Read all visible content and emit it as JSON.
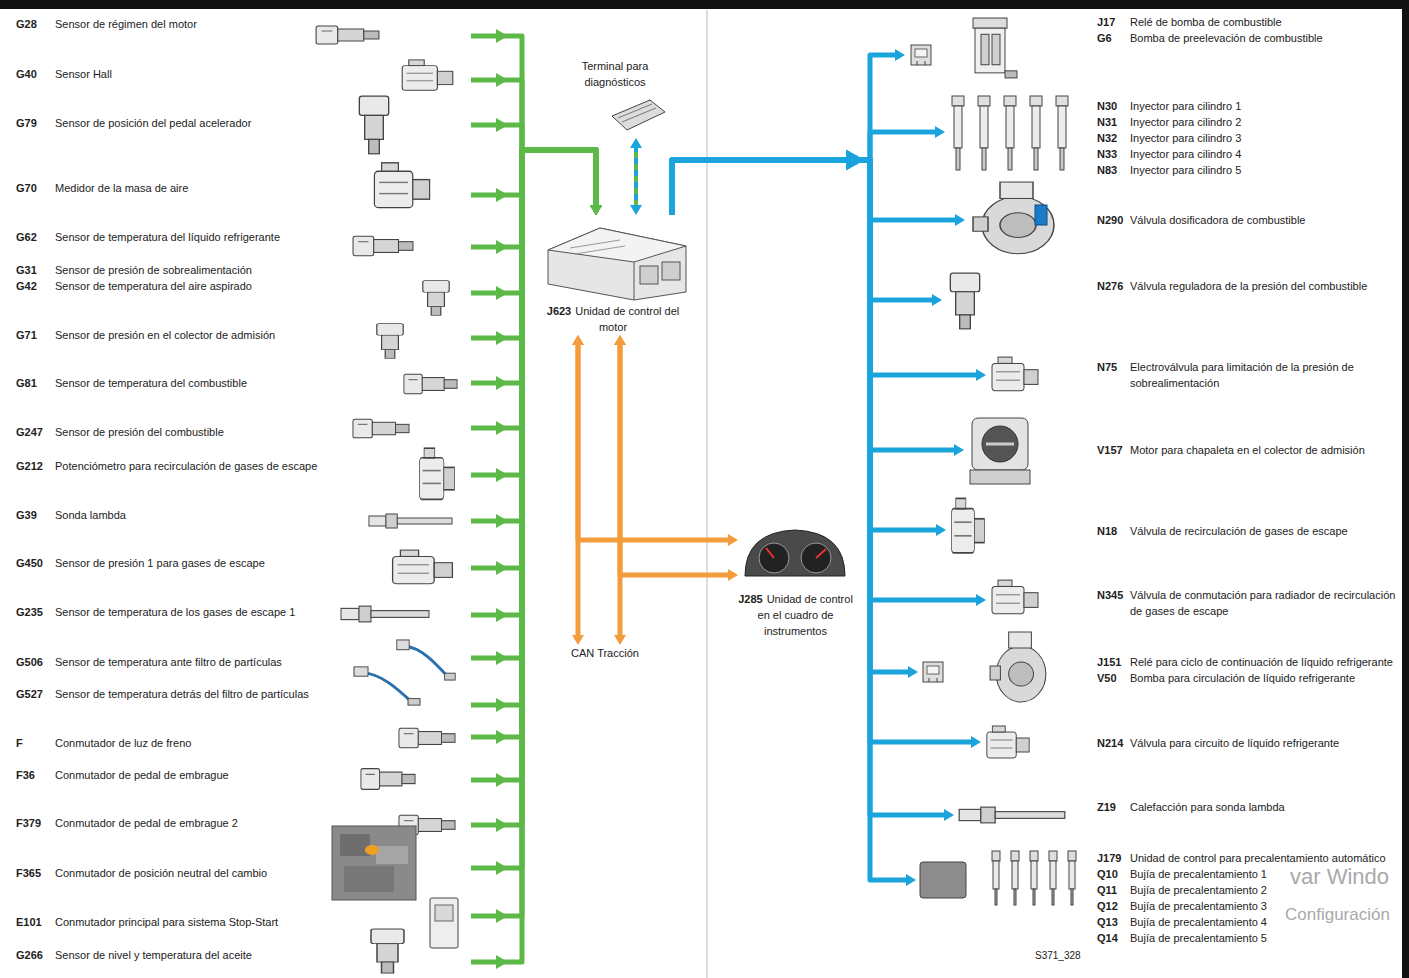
{
  "diagram": {
    "nodes": [
      {
        "text": [
          "G28",
          "Sensor de régimen del motor"
        ]
      },
      {
        "text": [
          "G40",
          "Sensor Hall"
        ]
      },
      {
        "text": [
          "G79",
          "Sensor de posición del pedal acelerador"
        ]
      },
      {
        "text": [
          "G70",
          "Medidor de la masa de aire"
        ]
      },
      {
        "text": [
          "G62",
          "Sensor de temperatura del líquido refrigerante"
        ]
      },
      {
        "text": [
          "G31",
          "Sensor de presión de sobrealimentación",
          "G42",
          "Sensor de temperatura del aire aspirado"
        ]
      },
      {
        "text": [
          "G71",
          "Sensor de presión en el colector de admisión"
        ]
      },
      {
        "text": [
          "G81",
          "Sensor de temperatura del combustible"
        ]
      },
      {
        "text": [
          "G247",
          "Sensor de presión del combustible"
        ]
      },
      {
        "text": [
          "G212",
          "Potenciómetro para recirculación de gases de escape"
        ]
      },
      {
        "text": [
          "G39",
          "Sonda lambda"
        ]
      },
      {
        "text": [
          "G450",
          "Sensor de presión 1 para gases de escape"
        ]
      },
      {
        "text": [
          "G235",
          "Sensor de temperatura de los gases de escape 1"
        ]
      },
      {
        "text": [
          "G506",
          "Sensor de temperatura ante filtro de partículas"
        ]
      },
      {
        "text": [
          "G527",
          "Sensor de temperatura detrás del filtro de partículas"
        ]
      },
      {
        "text": [
          "F",
          "Conmutador de luz de freno"
        ]
      },
      {
        "text": [
          "F36",
          "Conmutador de pedal de embrague"
        ]
      },
      {
        "text": [
          "F379",
          "Conmutador de pedal de embrague 2"
        ]
      },
      {
        "text": [
          "F365",
          "Conmutador de posición neutral del cambio"
        ]
      },
      {
        "text": [
          "E101",
          "Conmutador principal para sistema Stop-Start"
        ]
      },
      {
        "text": [
          "G266",
          "Sensor de nivel y temperatura del aceite"
        ]
      },
      {
        "text": [
          "Terminal para diagnósticos"
        ]
      },
      {
        "text": [
          "J623",
          "Unidad de control del motor"
        ]
      },
      {
        "text": [
          "J285",
          "Unidad de control en el cuadro de instrumentos"
        ]
      },
      {
        "text": [
          "CAN Tracción"
        ]
      },
      {
        "text": [
          "J17",
          "Relé de bomba de combustible",
          "G6",
          "Bomba de preelevación de combustible"
        ]
      },
      {
        "text": [
          "N30",
          "Inyector para cilindro 1",
          "N31",
          "Inyector para cilindro 2",
          "N32",
          "Inyector para cilindro 3",
          "N33",
          "Inyector para cilindro 4",
          "N83",
          "Inyector para cilindro 5"
        ]
      },
      {
        "text": [
          "N290",
          "Válvula dosificadora de combustible"
        ]
      },
      {
        "text": [
          "N276",
          "Válvula reguladora de la presión del combustible"
        ]
      },
      {
        "text": [
          "N75",
          "Electroválvula para limitación de la presión de sobrealimentación"
        ]
      },
      {
        "text": [
          "V157",
          "Motor para chapaleta en el colector de admisión"
        ]
      },
      {
        "text": [
          "N18",
          "Válvula de recirculación de gases de escape"
        ]
      },
      {
        "text": [
          "N345",
          "Válvula de conmutación para radiador de recirculación de gases de escape"
        ]
      },
      {
        "text": [
          "J151",
          "Relé para ciclo de continuación de líquido refrigerante",
          "V50",
          "Bomba para circulación de líquido refrigerante"
        ]
      },
      {
        "text": [
          "N214",
          "Válvula para circuito de líquido refrigerante"
        ]
      },
      {
        "text": [
          "Z19",
          "Calefacción para sonda lambda"
        ]
      },
      {
        "text": [
          "J179",
          "Unidad de control para precalentamiento automático",
          "Q10",
          "Bujía de precalentamiento 1",
          "Q11",
          "Bujía de precalentamiento 2",
          "Q12",
          "Bujía de precalentamiento 3",
          "Q13",
          "Bujía de precalentamiento 4",
          "Q14",
          "Bujía de precalentamiento 5"
        ]
      }
    ],
    "edges": [
      {
        "from": 0,
        "to": 22,
        "arrow": "to"
      },
      {
        "from": 1,
        "to": 22,
        "arrow": "to"
      },
      {
        "from": 2,
        "to": 22,
        "arrow": "to"
      },
      {
        "from": 3,
        "to": 22,
        "arrow": "to"
      },
      {
        "from": 4,
        "to": 22,
        "arrow": "to"
      },
      {
        "from": 5,
        "to": 22,
        "arrow": "to"
      },
      {
        "from": 6,
        "to": 22,
        "arrow": "to"
      },
      {
        "from": 7,
        "to": 22,
        "arrow": "to"
      },
      {
        "from": 8,
        "to": 22,
        "arrow": "to"
      },
      {
        "from": 9,
        "to": 22,
        "arrow": "to"
      },
      {
        "from": 10,
        "to": 22,
        "arrow": "to"
      },
      {
        "from": 11,
        "to": 22,
        "arrow": "to"
      },
      {
        "from": 12,
        "to": 22,
        "arrow": "to"
      },
      {
        "from": 13,
        "to": 22,
        "arrow": "to"
      },
      {
        "from": 14,
        "to": 22,
        "arrow": "to"
      },
      {
        "from": 15,
        "to": 22,
        "arrow": "to"
      },
      {
        "from": 16,
        "to": 22,
        "arrow": "to"
      },
      {
        "from": 17,
        "to": 22,
        "arrow": "to"
      },
      {
        "from": 18,
        "to": 22,
        "arrow": "to"
      },
      {
        "from": 19,
        "to": 22,
        "arrow": "to"
      },
      {
        "from": 20,
        "to": 22,
        "arrow": "to"
      },
      {
        "from": 21,
        "to": 22,
        "arrow": "both"
      },
      {
        "from": 22,
        "to": 25,
        "arrow": "to"
      },
      {
        "from": 22,
        "to": 26,
        "arrow": "to"
      },
      {
        "from": 22,
        "to": 27,
        "arrow": "to"
      },
      {
        "from": 22,
        "to": 28,
        "arrow": "to"
      },
      {
        "from": 22,
        "to": 29,
        "arrow": "to"
      },
      {
        "from": 22,
        "to": 30,
        "arrow": "to"
      },
      {
        "from": 22,
        "to": 31,
        "arrow": "to"
      },
      {
        "from": 22,
        "to": 32,
        "arrow": "to"
      },
      {
        "from": 22,
        "to": 33,
        "arrow": "to"
      },
      {
        "from": 22,
        "to": 34,
        "arrow": "to"
      },
      {
        "from": 22,
        "to": 35,
        "arrow": "to"
      },
      {
        "from": 22,
        "to": 36,
        "arrow": "to"
      },
      {
        "from": 22,
        "to": 24,
        "arrow": "both"
      },
      {
        "from": 22,
        "to": 24,
        "arrow": "both"
      },
      {
        "from": 22,
        "to": 23,
        "arrow": "both"
      },
      {
        "from": 22,
        "to": 23,
        "arrow": "both"
      }
    ],
    "labels": [
      "S371_328",
      "var Windo",
      "Configuración"
    ]
  }
}
